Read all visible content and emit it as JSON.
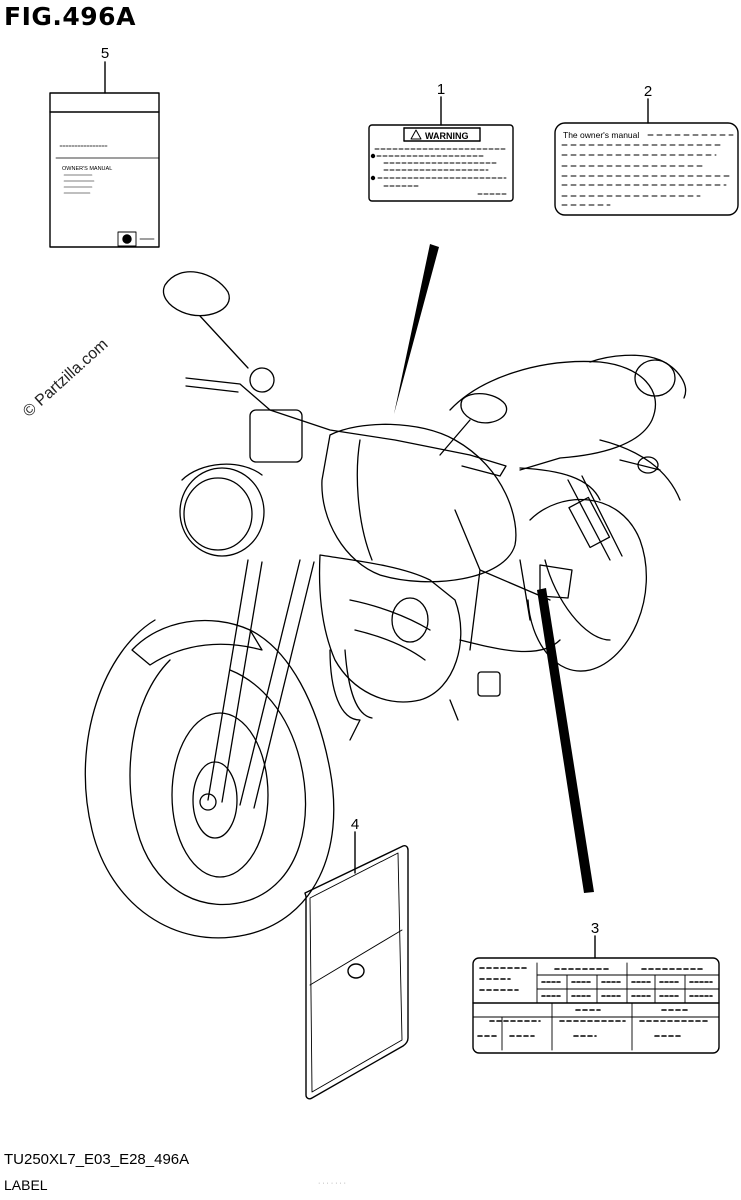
{
  "figure": {
    "title": "FIG.496A",
    "code": "TU250XL7_E03_E28_496A",
    "subtitle": "LABEL",
    "watermark": "© Partzilla.com",
    "footer_tiny": "· · ·  ·  ·  · ·"
  },
  "callouts": [
    "1",
    "2",
    "3",
    "4",
    "5"
  ],
  "labels": {
    "warning_header": "WARNING",
    "owners_manual_line": "The owner's manual",
    "booklet_title": "OWNER'S MANUAL"
  }
}
